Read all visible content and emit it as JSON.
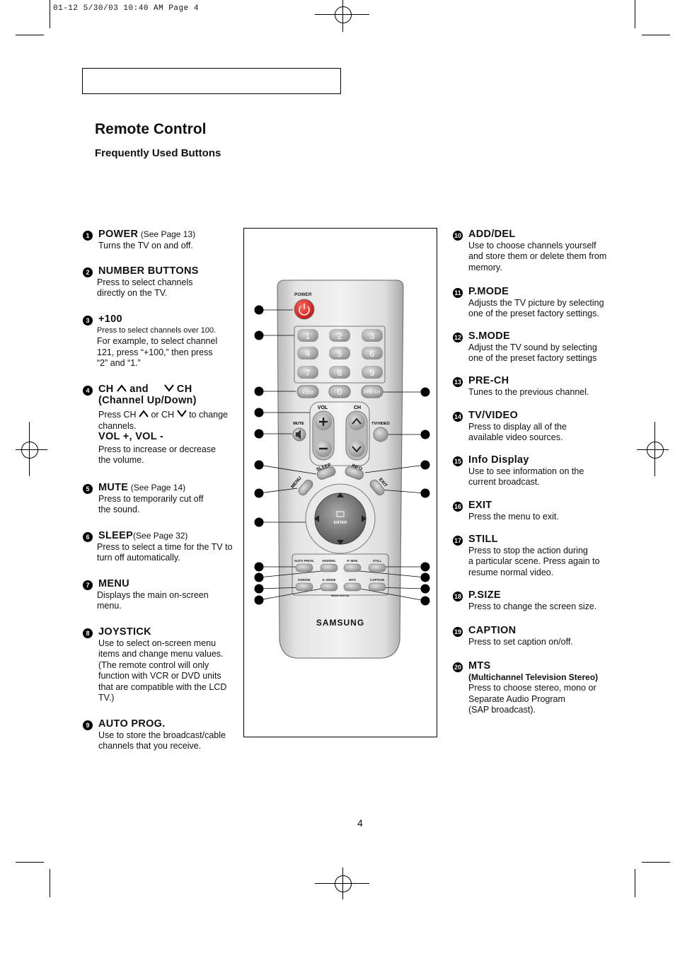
{
  "print_header": "01-12  5/30/03 10:40 AM  Page 4",
  "title": "Remote Control",
  "subtitle": "Frequently Used Buttons",
  "page_number": "4",
  "left_items": [
    {
      "n": "1",
      "head": "POWER",
      "note": "(See Page 13)",
      "desc": "Turns the TV on and off."
    },
    {
      "n": "2",
      "head": "NUMBER BUTTONS",
      "desc": "Press to select channels\ndirectly on the TV."
    },
    {
      "n": "3",
      "head": "+100",
      "small": "Press to select channels over 100.",
      "desc": "For example, to select channel\n121, press “+100,” then press\n“2” and “1.”"
    },
    {
      "n": "4",
      "head": "CH",
      "head_mid": "and",
      "head_end": "CH",
      "head2": "(Channel Up/Down)",
      "desc_a": "Press CH",
      "desc_b": "or CH",
      "desc_c": "to change",
      "desc2": "channels.",
      "head3": "VOL +, VOL -",
      "desc3": "Press to increase or decrease\nthe volume."
    },
    {
      "n": "5",
      "head": "MUTE",
      "note": "(See Page 14)",
      "desc": "Press to temporarily cut off\nthe sound."
    },
    {
      "n": "6",
      "head": "SLEEP",
      "note": "(See Page 32)",
      "desc": "Press to select a time for the TV to\n turn off automatically."
    },
    {
      "n": "7",
      "head": "MENU",
      "desc": "Displays the main on-screen\nmenu."
    },
    {
      "n": "8",
      "head": "JOYSTICK",
      "desc": "Use to select on-screen menu\nitems and change menu values.\n(The remote control will only\nfunction with VCR or DVD units\nthat are compatible with the LCD\nTV.)"
    },
    {
      "n": "9",
      "head": "AUTO PROG.",
      "desc": "Use to store the broadcast/cable\nchannels that you receive."
    }
  ],
  "right_items": [
    {
      "n": "10",
      "head": "ADD/DEL",
      "desc": "Use to choose channels yourself\nand store them or delete them from\nmemory."
    },
    {
      "n": "11",
      "head": "P.MODE",
      "desc": "Adjusts the TV picture by selecting\none of the preset factory settings."
    },
    {
      "n": "12",
      "head": "S.MODE",
      "desc": "Adjust the TV sound by selecting\none of the preset factory settings"
    },
    {
      "n": "13",
      "head": "PRE-CH",
      "desc": "Tunes to the previous channel."
    },
    {
      "n": "14",
      "head": "TV/VIDEO",
      "desc": "Press to display all of the\navailable video sources."
    },
    {
      "n": "15",
      "head": "Info Display",
      "desc": "Use to see information on the\ncurrent broadcast."
    },
    {
      "n": "16",
      "head": "EXIT",
      "desc": "Press the menu to exit."
    },
    {
      "n": "17",
      "head": "STILL",
      "desc": "Press to stop the action during\na particular scene. Press again to\nresume normal video."
    },
    {
      "n": "18",
      "head": "P.SIZE",
      "desc": "Press to change the screen size."
    },
    {
      "n": "19",
      "head": "CAPTION",
      "desc": "Press to set caption on/off."
    },
    {
      "n": "20",
      "head": "MTS",
      "sub": "(Multichannel Television Stereo)",
      "desc": "Press to choose stereo, mono or\nSeparate Audio Program\n(SAP broadcast)."
    }
  ],
  "remote": {
    "power": "POWER",
    "digits": [
      "1",
      "2",
      "3",
      "4",
      "5",
      "6",
      "7",
      "8",
      "9"
    ],
    "plus100": "+100",
    "zero": "0",
    "prech": "PRE-CH",
    "vol": "VOL",
    "ch": "CH",
    "mute": "MUTE",
    "tvvideo": "TV/VIDEO",
    "sleep": "SLEEP",
    "info": "INFO",
    "menu": "MENU",
    "exit": "EXIT",
    "enter": "ENTER",
    "row1": [
      "AUTO PROG.",
      "ADD/DEL",
      "P. MDE",
      "STILL"
    ],
    "row2": [
      "P.MODE",
      "S. MODE",
      "MTS",
      "CAPTION"
    ],
    "model": "BN59-00376A",
    "brand": "SAMSUNG"
  }
}
